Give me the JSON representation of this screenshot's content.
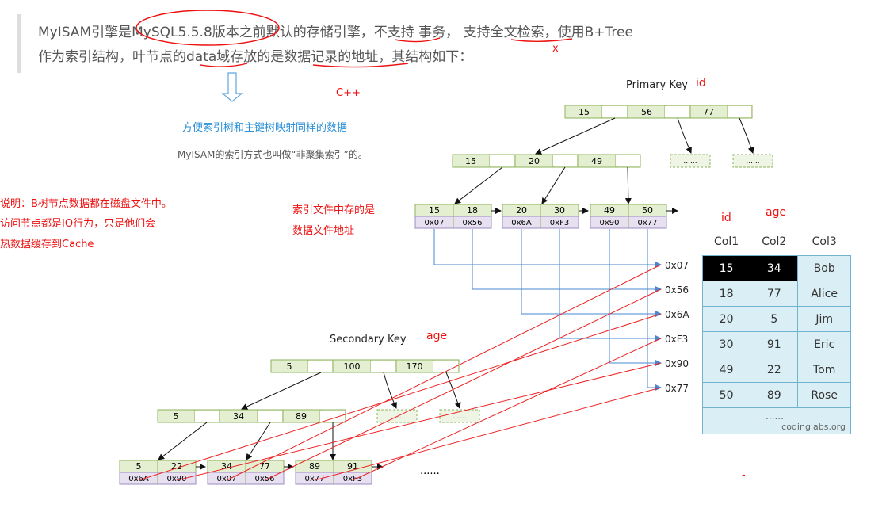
{
  "paragraph": {
    "line1": "MyISAM引擎是MySQL5.5.8版本之前默认的存储引擎，不支持 事务， 支持全文检索，使用B+Tree",
    "line2": "作为索引结构，叶节点的data域存放的是数据记录的地址，其结构如下："
  },
  "annotations": {
    "x_mark": "x",
    "cpp": "C++",
    "mapping_note": "方便索引树和主键树映射同样的数据",
    "nonclustered_note": "MyISAM的索引方式也叫做“非聚集索引”的。",
    "explain_1": "说明：B树节点数据都在磁盘文件中。",
    "explain_2": "访问节点都是IO行为，只是他们会",
    "explain_3": "热数据缓存到Cache",
    "index_file_1": "索引文件中存的是",
    "index_file_2": "数据文件地址",
    "id_label_top": "id",
    "id_label_table": "id",
    "age_label_table": "age",
    "age_label_secondary": "age",
    "dash": "-"
  },
  "primary_tree": {
    "title": "Primary Key",
    "root": [
      "15",
      "56",
      "77"
    ],
    "level2": [
      "15",
      "20",
      "49"
    ],
    "ellipsis_node": "......",
    "leaves": [
      {
        "keys": [
          "15",
          "18"
        ],
        "addrs": [
          "0x07",
          "0x56"
        ]
      },
      {
        "keys": [
          "20",
          "30"
        ],
        "addrs": [
          "0x6A",
          "0xF3"
        ]
      },
      {
        "keys": [
          "49",
          "50"
        ],
        "addrs": [
          "0x90",
          "0x77"
        ]
      }
    ]
  },
  "addresses": [
    "0x07",
    "0x56",
    "0x6A",
    "0xF3",
    "0x90",
    "0x77"
  ],
  "secondary_tree": {
    "title": "Secondary Key",
    "root": [
      "5",
      "100",
      "170"
    ],
    "level2": [
      "5",
      "34",
      "89"
    ],
    "ellipsis_node": "......",
    "leaves": [
      {
        "keys": [
          "5",
          "22"
        ],
        "addrs": [
          "0x6A",
          "0x90"
        ]
      },
      {
        "keys": [
          "34",
          "77"
        ],
        "addrs": [
          "0x07",
          "0x56"
        ]
      },
      {
        "keys": [
          "89",
          "91"
        ],
        "addrs": [
          "0x77",
          "0xF3"
        ]
      }
    ],
    "trailing": "......"
  },
  "table": {
    "headers": [
      "Col1",
      "Col2",
      "Col3"
    ],
    "rows": [
      [
        "15",
        "34",
        "Bob"
      ],
      [
        "18",
        "77",
        "Alice"
      ],
      [
        "20",
        "5",
        "Jim"
      ],
      [
        "30",
        "91",
        "Eric"
      ],
      [
        "49",
        "22",
        "Tom"
      ],
      [
        "50",
        "89",
        "Rose"
      ]
    ],
    "footer": "......",
    "watermark": "codinglabs.org"
  },
  "colors": {
    "node_green": "#e4efd2",
    "node_purple": "#e6e0f0",
    "connector_blue": "#4a87d0",
    "annotation_red": "#ee1111",
    "table_cell": "#daeef5"
  }
}
